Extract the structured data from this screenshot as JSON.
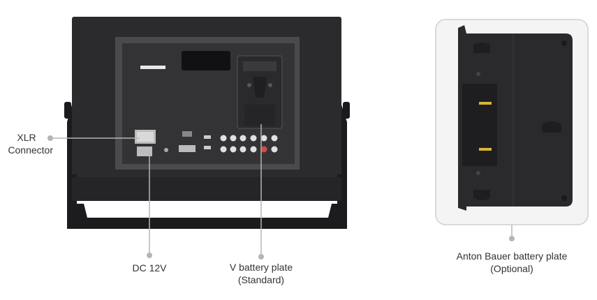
{
  "labels": {
    "xlr_line1": "XLR",
    "xlr_line2": "Connector",
    "dc": "DC 12V",
    "vplate_line1": "V battery plate",
    "vplate_line2": "(Standard)",
    "anton_line1": "Anton Bauer battery plate",
    "anton_line2": "(Optional)"
  },
  "colors": {
    "monitor_body": "#2b2b2d",
    "monitor_frame": "#1f1f21",
    "panel": "#343436",
    "stand": "#1c1c1e",
    "callout_line": "#b5b5b5",
    "callout_dot": "#b5b5b5",
    "label_text": "#333333",
    "inset_border": "#cfcfcf",
    "plate": "#2a2a2c",
    "gold_pin": "#d8b53a"
  }
}
